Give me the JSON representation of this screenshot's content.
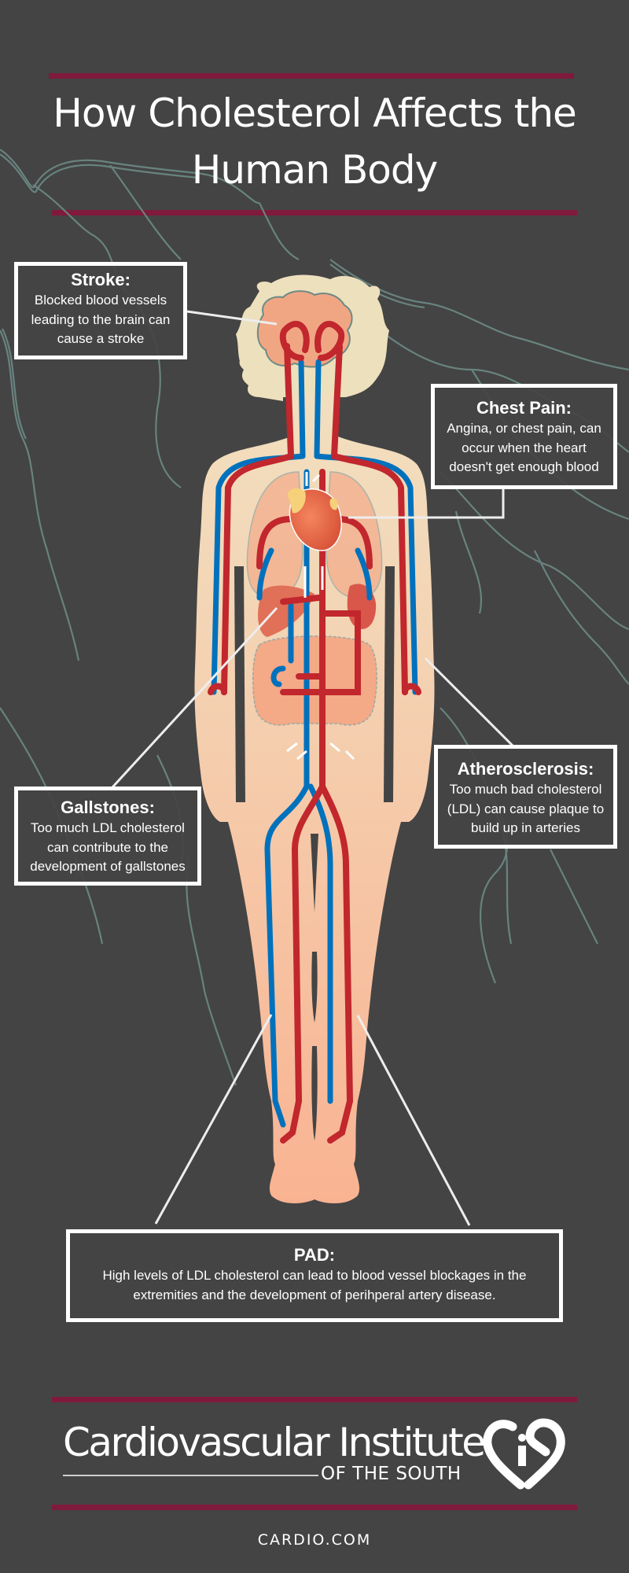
{
  "header": {
    "title_line1": "How Cholesterol Affects the",
    "title_line2": "Human Body"
  },
  "colors": {
    "background": "#444444",
    "accent_rule": "#7f1a3c",
    "artery_red": "#c1272d",
    "vein_blue": "#0071bc",
    "skin": "#f7c4a0",
    "hair": "#ede0bd",
    "background_vessel": "#6c8a85",
    "callout_border": "#ffffff"
  },
  "callouts": {
    "stroke": {
      "title": "Stroke:",
      "lines": [
        "Blocked blood vessels",
        "leading to the brain can",
        "cause a stroke"
      ]
    },
    "chest_pain": {
      "title": "Chest Pain:",
      "lines": [
        "Angina, or chest pain, can",
        "occur when the heart",
        "doesn't get enough blood"
      ]
    },
    "gallstones": {
      "title": "Gallstones:",
      "lines": [
        "Too much LDL cholesterol",
        "can contribute to the",
        "development of gallstones"
      ]
    },
    "atherosclerosis": {
      "title": "Atherosclerosis:",
      "lines": [
        "Too much bad cholesterol",
        "(LDL) can cause plaque to",
        "build up in arteries"
      ]
    },
    "pad": {
      "title": "PAD:",
      "lines": [
        "High levels of LDL cholesterol can lead to blood vessel blockages in the",
        "extremities and the development of perihperal artery disease."
      ]
    }
  },
  "footer": {
    "logo_name": "Cardiovascular Institute",
    "logo_subtitle": "OF THE SOUTH",
    "logo_icon": "heart-cis-monogram-icon",
    "url": "CARDIO.COM"
  }
}
